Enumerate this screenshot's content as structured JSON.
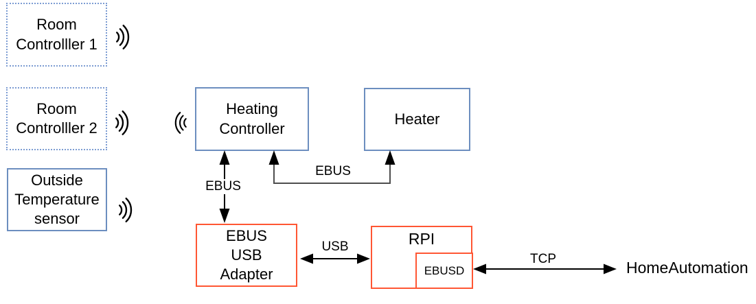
{
  "nodes": {
    "room_controller_1": {
      "label": "Room\nControlller 1"
    },
    "room_controller_2": {
      "label": "Room\nControlller 2"
    },
    "outside_temperature_sensor": {
      "label": "Outside\nTemperature\nsensor"
    },
    "heating_controller": {
      "label": "Heating\nController"
    },
    "heater": {
      "label": "Heater"
    },
    "ebus_usb_adapter": {
      "label": "EBUS\nUSB\nAdapter"
    },
    "rpi": {
      "label": "RPI"
    },
    "ebusd": {
      "label": "EBUSD"
    },
    "home_automation": {
      "label": "HomeAutomation"
    }
  },
  "connections": {
    "heating_to_adapter": {
      "label": "EBUS",
      "type": "double-headed-vertical-arrow"
    },
    "heating_and_heater": {
      "label": "EBUS",
      "type": "elbow-arrow-into-both-boxes"
    },
    "adapter_to_rpi": {
      "label": "USB",
      "type": "double-headed-horizontal-arrow"
    },
    "ebusd_to_home_automation": {
      "label": "TCP",
      "type": "double-headed-horizontal-arrow"
    }
  },
  "icons": {
    "transmit": "wireless-transmit-icon",
    "receive": "wireless-receive-icon"
  },
  "colors": {
    "box_blue": "#6c8ebf",
    "dotted_blue": "#7b9bd2",
    "box_orange": "#ff5633",
    "line_black": "#000000",
    "line_gray": "#4d4d4d",
    "text": "#000000",
    "background": "#ffffff"
  }
}
